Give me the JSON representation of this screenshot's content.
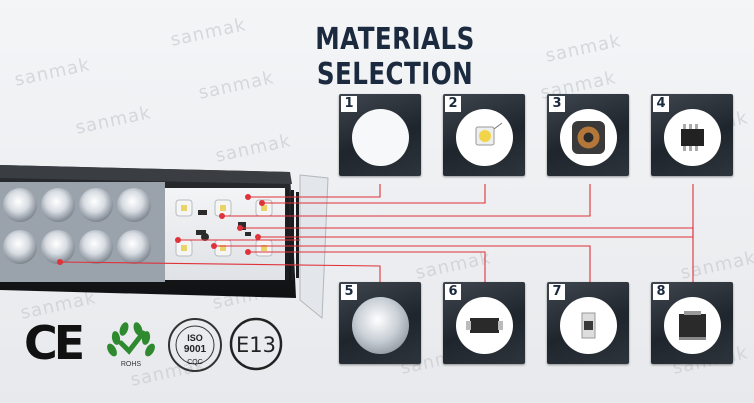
{
  "watermark": "sanmak",
  "title": "MATERIALS SELECTION",
  "tiles": [
    {
      "number": "1"
    },
    {
      "number": "2"
    },
    {
      "number": "3"
    },
    {
      "number": "4"
    },
    {
      "number": "5"
    },
    {
      "number": "6"
    },
    {
      "number": "7"
    },
    {
      "number": "8"
    }
  ],
  "certifications": {
    "ce": "CE",
    "rohs": "ROHS",
    "iso_number": "ISO",
    "iso_code": "9001",
    "cqc": "CQC",
    "e13": "E13"
  },
  "colors": {
    "title": "#1b2a3f",
    "tile_dark": "#1f252c",
    "callout_line": "#e0323a",
    "rohs_green": "#2f8a2f"
  }
}
